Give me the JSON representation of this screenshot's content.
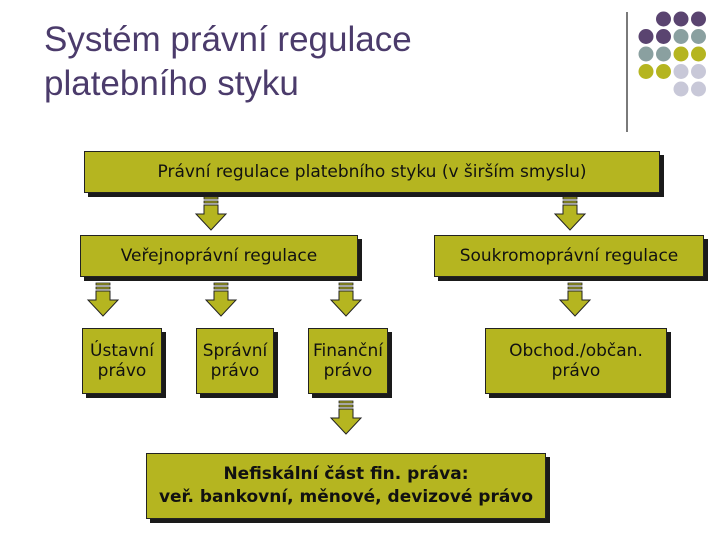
{
  "title": {
    "line1": "Systém právní regulace",
    "line2": "platebního styku"
  },
  "colors": {
    "box_fill": "#b5b520",
    "title": "#4b3b6b",
    "dot_purple": "#5a4470",
    "dot_teal": "#8aa0a0",
    "dot_olive": "#b5b520",
    "dot_light": "#c8c8d8"
  },
  "diagram": {
    "top": "Právní regulace platebního styku (v širším smyslu)",
    "public": "Veřejnoprávní regulace",
    "private": "Soukromoprávní regulace",
    "constitutional": "Ústavní\nprávo",
    "administrative": "Správní\nprávo",
    "financial": "Finanční\nprávo",
    "commercial": "Obchod./občan.\nprávo",
    "bottom": "Nefiskální část fin. práva:\nveř. bankovní, měnové, devizové právo"
  }
}
